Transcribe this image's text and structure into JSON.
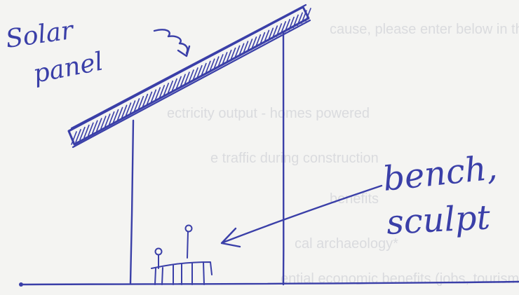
{
  "labels": {
    "solar_line1": "Solar",
    "solar_line2": "panel",
    "bench_line1": "bench,",
    "bench_line2": "sculpt"
  },
  "bleed_through_text": [
    "cause, please enter below in the box pr",
    "ectricity output - homes powered",
    "e traffic during construction",
    "benefits",
    "cal archaeology*",
    "ential economic benefits (jobs, tourism, foo"
  ],
  "colors": {
    "ink": "#3a3fa8",
    "paper": "#f4f4f2",
    "bleed": "#c9cbd2"
  }
}
